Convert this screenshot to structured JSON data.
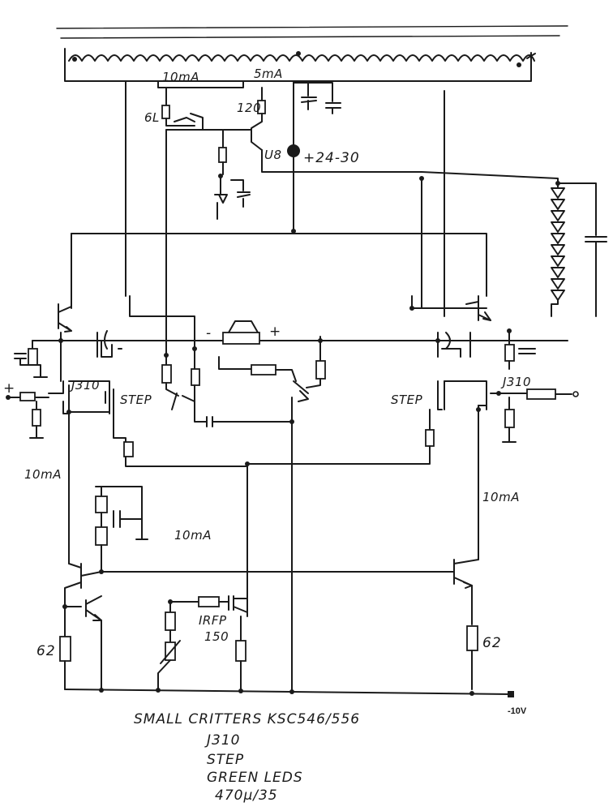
{
  "labels": {
    "ccs_left": "10mA",
    "ccs_right": "5mA",
    "r_6l": "6L",
    "r_120": "120",
    "ref_u8": "U8",
    "supply": "+24-30",
    "jfet_left": "J310",
    "jfet_right": "J310",
    "mosfet_left": "STEP",
    "mosfet_right": "STEP",
    "bias_left": "10mA",
    "bias_mid": "10mA",
    "bias_right": "10mA",
    "r_62_left": "62",
    "r_62_right": "62",
    "irfp": "IRFP",
    "r_150": "150",
    "neg_rail": "-10V",
    "speaker_minus": "-",
    "speaker_plus": "+",
    "input_plus": "+"
  },
  "notes": [
    "SMALL CRITTERS KSC546/556",
    "J310",
    "STEP",
    "GREEN LEDS",
    "470µ/35"
  ]
}
